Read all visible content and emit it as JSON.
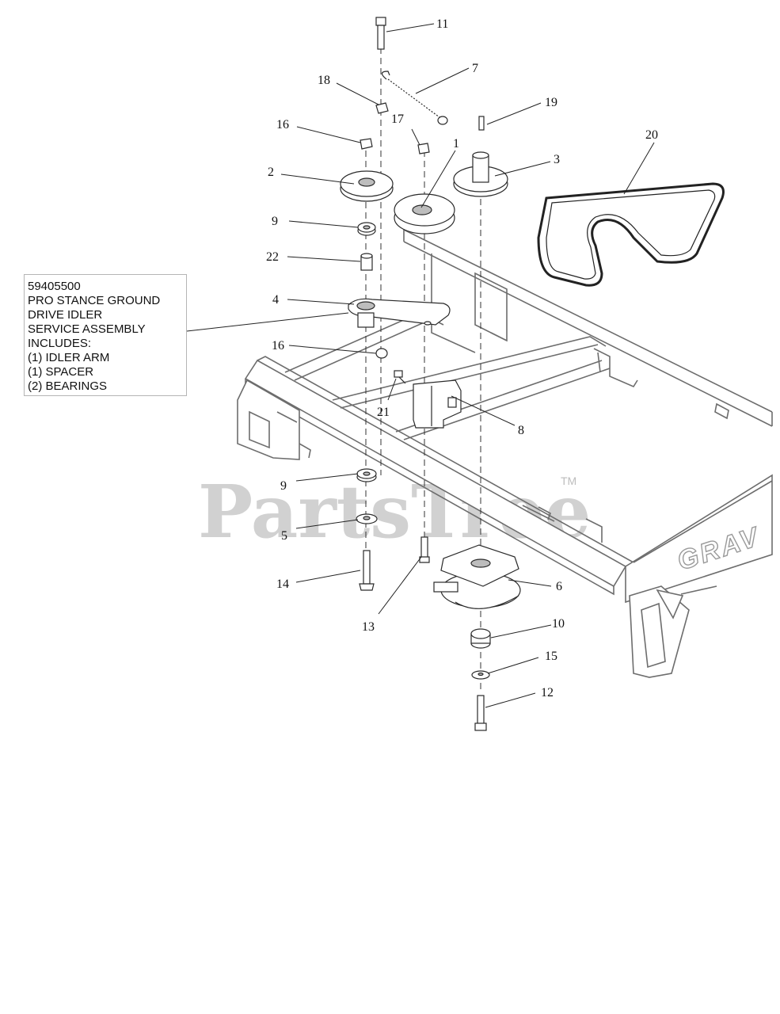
{
  "note": {
    "lines": [
      "59405500",
      "PRO STANCE GROUND",
      "DRIVE IDLER",
      "SERVICE ASSEMBLY",
      "INCLUDES:",
      "(1) IDLER ARM",
      "(1) SPACER",
      "(2) BEARINGS"
    ]
  },
  "callouts": {
    "c11": "11",
    "c7": "7",
    "c18": "18",
    "c19": "19",
    "c16a": "16",
    "c17": "17",
    "c1": "1",
    "c20": "20",
    "c2": "2",
    "c3": "3",
    "c9a": "9",
    "c22": "22",
    "c4": "4",
    "c16b": "16",
    "c21": "21",
    "c8": "8",
    "c9b": "9",
    "c5": "5",
    "c14": "14",
    "c13": "13",
    "c6": "6",
    "c10": "10",
    "c15": "15",
    "c12": "12"
  },
  "watermark": {
    "text": "PartsTree",
    "tm": "TM"
  },
  "brand": {
    "text": "GRAV"
  }
}
